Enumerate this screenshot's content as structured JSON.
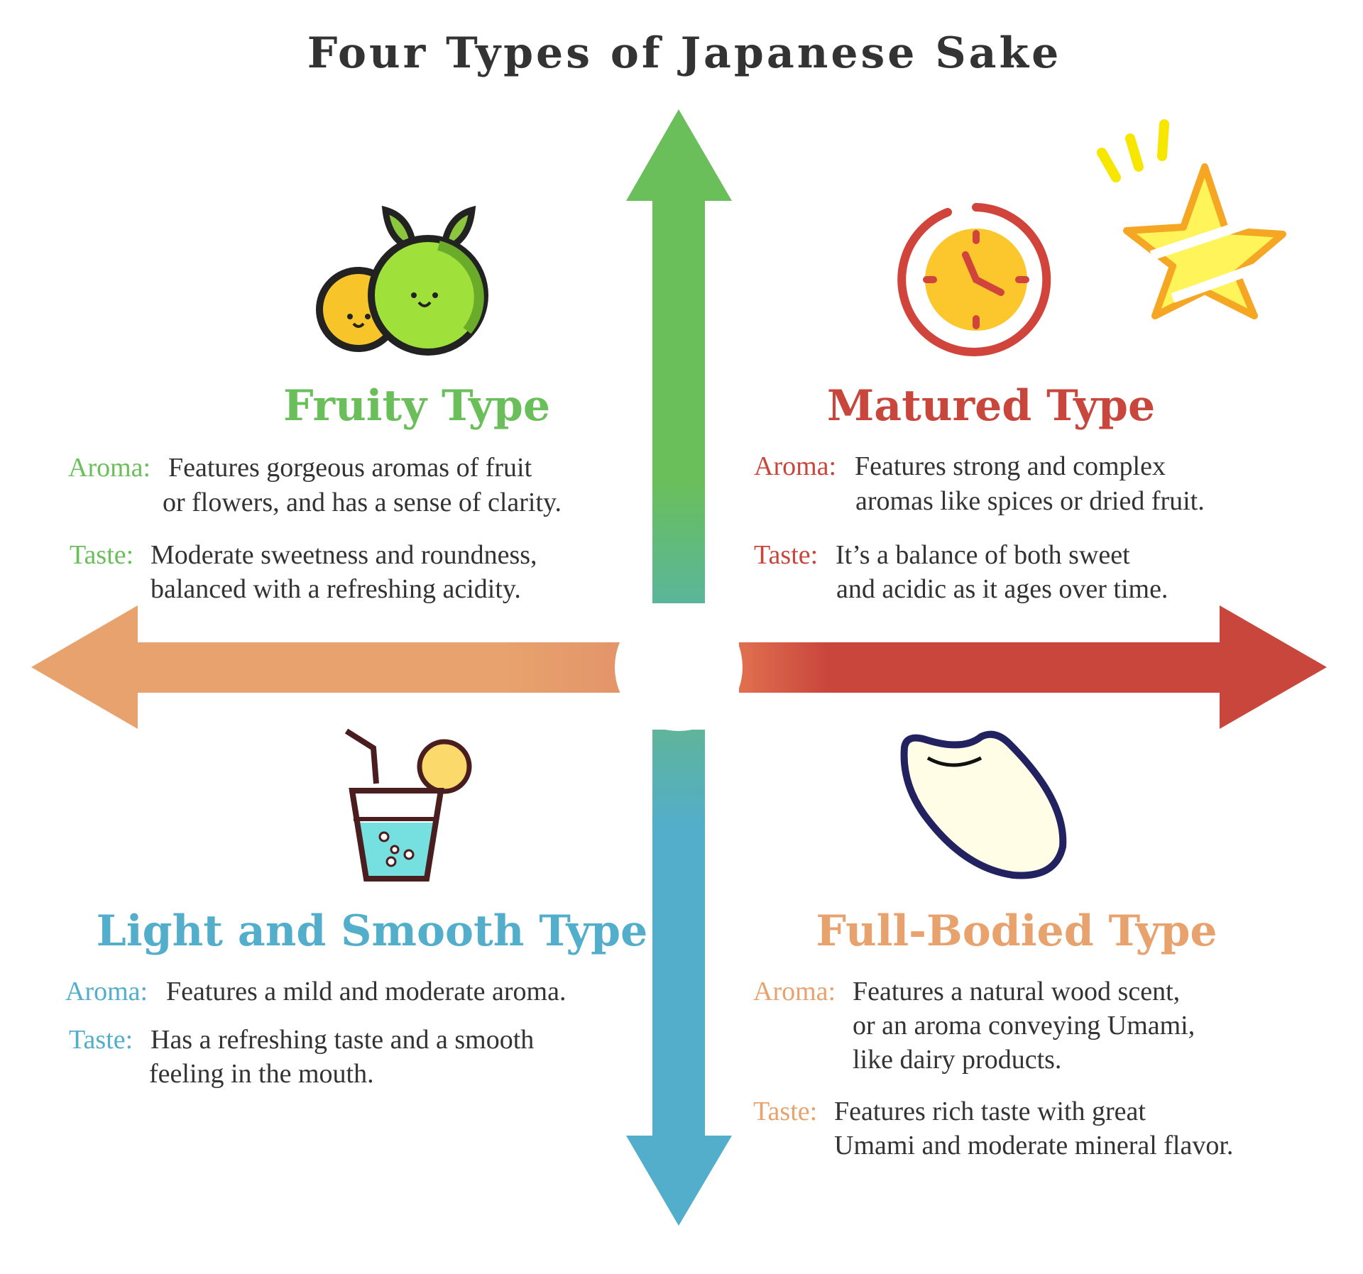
{
  "title": "Four Types of Japanese Sake",
  "colors": {
    "fruity": "#6abf5a",
    "matured": "#c9463d",
    "light": "#52aecb",
    "full": "#e8a26d"
  },
  "quadrants": {
    "fruity": {
      "heading": "Fruity Type",
      "icon": "fruit-icon",
      "aroma_label": "Aroma:",
      "aroma": [
        "Features gorgeous aromas of fruit",
        "or flowers, and has a sense of clarity."
      ],
      "taste_label": "Taste:",
      "taste": [
        "Moderate sweetness and roundness,",
        "balanced with a refreshing acidity."
      ]
    },
    "matured": {
      "heading": "Matured Type",
      "icon": "clock-icon",
      "aroma_label": "Aroma:",
      "aroma": [
        "Features strong and complex",
        "aromas like spices or dried fruit."
      ],
      "taste_label": "Taste:",
      "taste": [
        "It’s a balance of both sweet",
        "and acidic as it ages over time."
      ]
    },
    "light": {
      "heading": "Light and Smooth Type",
      "icon": "drink-icon",
      "aroma_label": "Aroma:",
      "aroma": [
        "Features a mild and moderate aroma."
      ],
      "taste_label": "Taste:",
      "taste": [
        "Has a refreshing taste and a smooth",
        "feeling in the mouth."
      ]
    },
    "full": {
      "heading": "Full-Bodied Type",
      "icon": "rice-grain-icon",
      "aroma_label": "Aroma:",
      "aroma": [
        "Features a natural wood scent,",
        "or an aroma conveying Umami,",
        "like dairy products."
      ],
      "taste_label": "Taste:",
      "taste": [
        "Features rich taste with great",
        "Umami and moderate mineral flavor."
      ]
    }
  }
}
